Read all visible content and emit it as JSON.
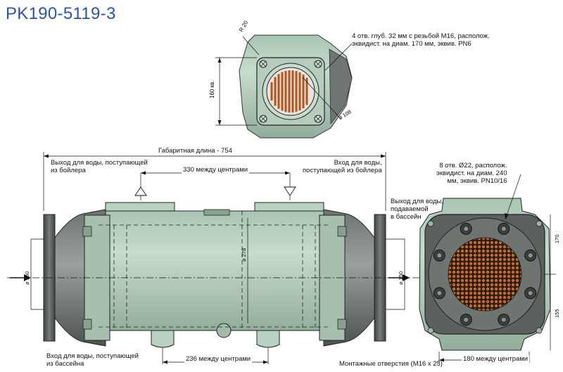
{
  "title": "PK190-5119-3",
  "top_view": {
    "radius_label": "R 20",
    "height_label": "160 кв.",
    "diameter_label": "⌀ 108",
    "note": "4 отв. глуб. 32 мм с резьбой M16, располож.\nэквидист. на диам. 170 мм, эквив. PN6"
  },
  "side_view": {
    "overall_length": "Габаритная длина - 754",
    "water_out_boiler": "Выход для воды, поступающей\nиз бойлера",
    "water_in_boiler": "Вход для воды,\nпоступающей из бойлера",
    "centers_top": "330 между центрами",
    "centers_bottom": "236 между центрами",
    "water_in_pool": "Вход для воды, поступающей\nиз бассейна",
    "diam_left": "⌀ 150",
    "diam_body": "⌀ 278",
    "diam_right": "⌀ 150"
  },
  "end_view": {
    "note": "8 отв. Ø22, располож.\nэквидист. на диам. 240\nмм, эквив. PN10/16",
    "water_out_pool": "Выход для воды,\nподаваемой\nв бассейн",
    "dim_170": "170",
    "dim_155": "155",
    "centers_bottom": "180 между центрами",
    "mounting_holes": "Монтажные отверстия (M16 x 25)"
  },
  "colors": {
    "title": "#2a55a8",
    "body": "#b9d1c1",
    "body_dark": "#8fa898",
    "flange": "#555a58",
    "grille": "#b0561e"
  }
}
